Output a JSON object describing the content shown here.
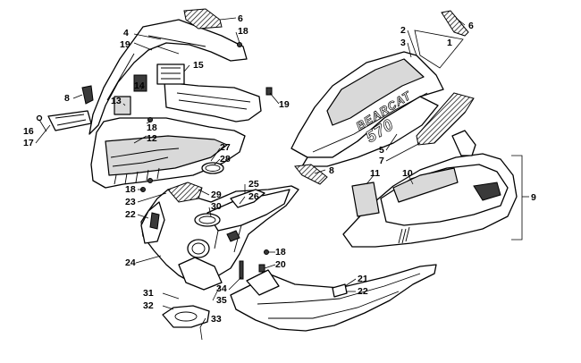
{
  "callouts": {
    "c1": "1",
    "c2": "2",
    "c3": "3",
    "c4": "4",
    "c5": "5",
    "c6a": "6",
    "c6b": "6",
    "c7": "7",
    "c8a": "8",
    "c8b": "8",
    "c9": "9",
    "c10": "10",
    "c11": "11",
    "c12": "12",
    "c13": "13",
    "c14": "14",
    "c15": "15",
    "c16": "16",
    "c17": "17",
    "c18a": "18",
    "c18b": "18",
    "c18c": "18",
    "c18d": "18",
    "c19a": "19",
    "c19b": "19",
    "c20": "20",
    "c21": "21",
    "c22a": "22",
    "c22b": "22",
    "c23": "23",
    "c24": "24",
    "c25": "25",
    "c26": "26",
    "c27": "27",
    "c28": "28",
    "c29": "29",
    "c30": "30",
    "c31": "31",
    "c32": "32",
    "c33": "33",
    "c34": "34",
    "c35": "35"
  },
  "decal": {
    "line1": "BEARCAT",
    "line2": "570"
  }
}
